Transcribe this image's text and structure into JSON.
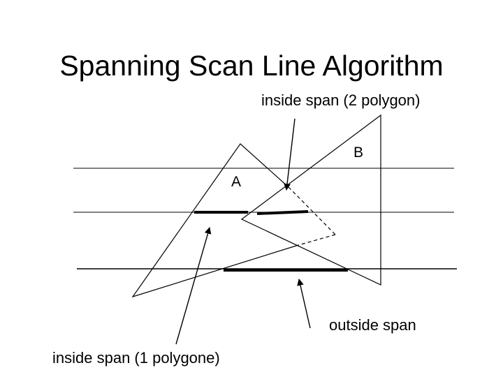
{
  "slide": {
    "title": "Spanning Scan Line Algorithm"
  },
  "diagram": {
    "labels": {
      "inside_span_two": "inside span (2 polygon)",
      "inside_span_one": "inside span (1 polygone)",
      "outside_span": "outside span",
      "polygon_a": "A",
      "polygon_b": "B"
    },
    "colors": {
      "stroke": "#000000",
      "background": "#ffffff"
    }
  }
}
